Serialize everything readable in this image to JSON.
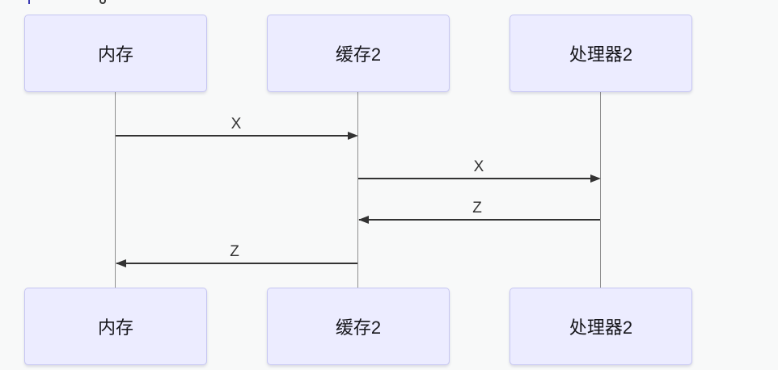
{
  "diagram": {
    "type": "sequence",
    "actors": [
      {
        "label": "内存"
      },
      {
        "label": "缓存2"
      },
      {
        "label": "处理器2"
      }
    ],
    "messages": [
      {
        "from": "内存",
        "to": "缓存2",
        "label": "X",
        "direction": "right"
      },
      {
        "from": "缓存2",
        "to": "处理器2",
        "label": "X",
        "direction": "right"
      },
      {
        "from": "处理器2",
        "to": "缓存2",
        "label": "Z",
        "direction": "left"
      },
      {
        "from": "缓存2",
        "to": "内存",
        "label": "Z",
        "direction": "left"
      }
    ],
    "colors": {
      "background": "#f8f9f9",
      "actor_fill": "#ececff",
      "actor_border": "#c6c6f2",
      "message_line": "#333333",
      "message_text": "#333333",
      "lifeline": "#8f8f8f"
    }
  }
}
